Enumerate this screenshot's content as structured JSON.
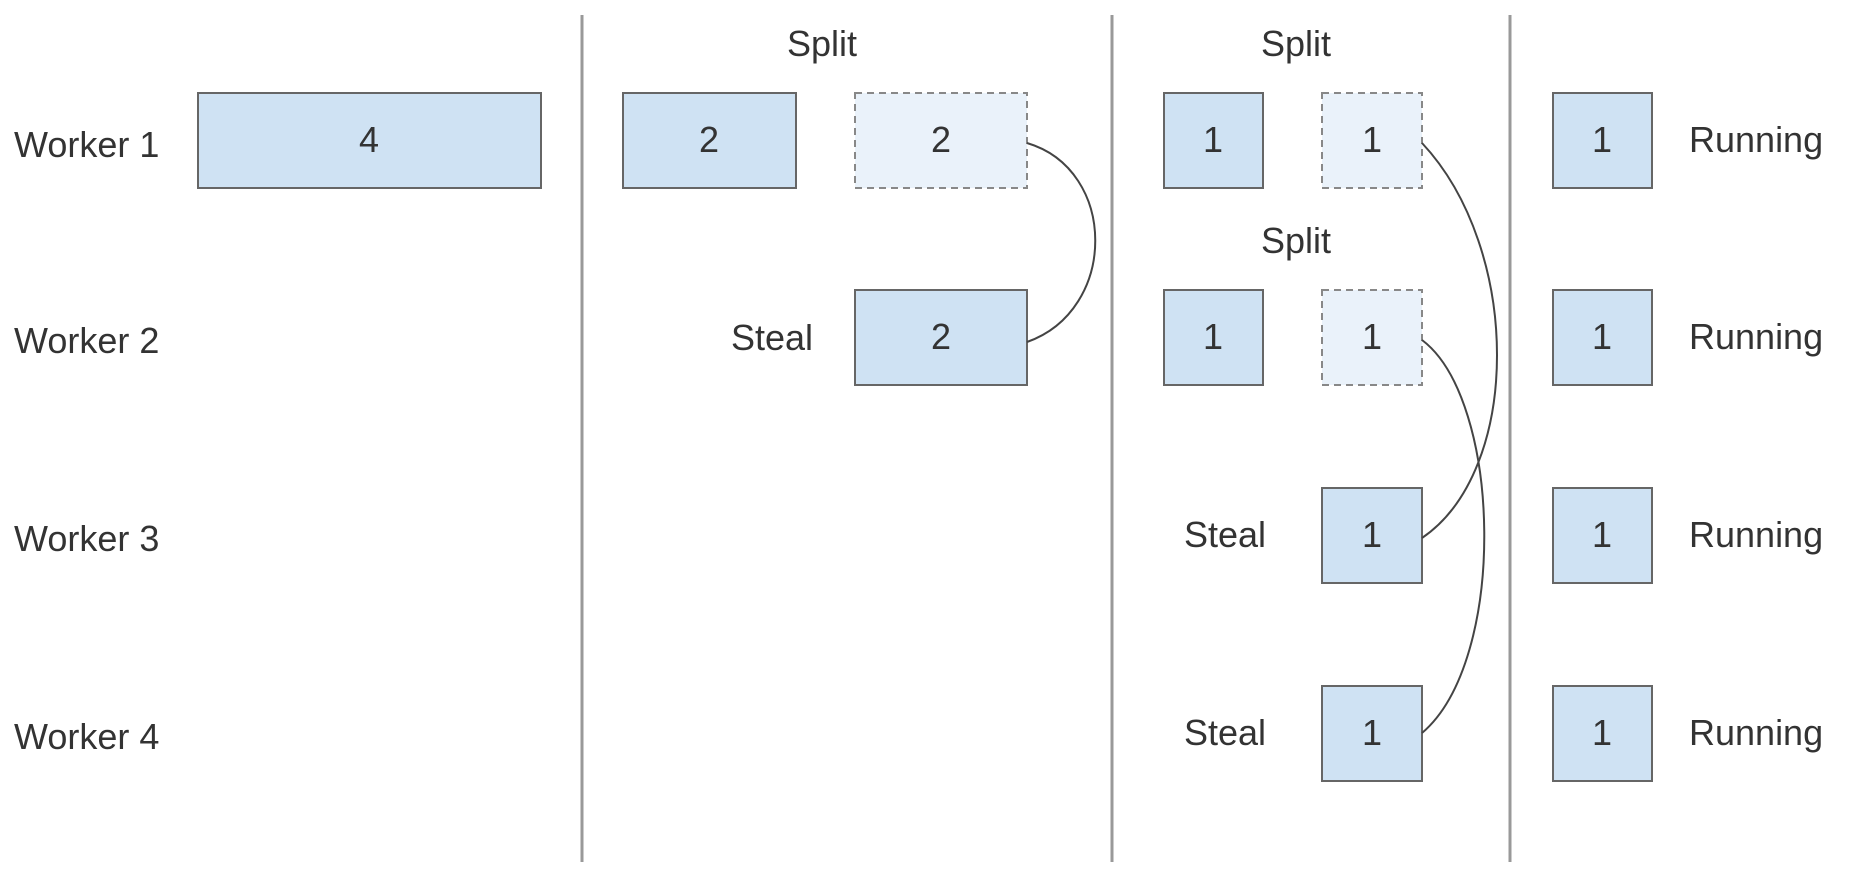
{
  "workers": [
    "Worker 1",
    "Worker 2",
    "Worker 3",
    "Worker 4"
  ],
  "actions": {
    "split": "Split",
    "steal": "Steal",
    "running": "Running"
  },
  "stage1": {
    "task": "4"
  },
  "stage2": {
    "kept": "2",
    "split_off": "2",
    "stolen": "2"
  },
  "stage3": {
    "w1_kept": "1",
    "w1_split_off": "1",
    "w2_kept": "1",
    "w2_split_off": "1",
    "w3_stolen": "1",
    "w4_stolen": "1"
  },
  "stage4": {
    "tasks": [
      "1",
      "1",
      "1",
      "1"
    ]
  },
  "colors": {
    "task_fill": "#cfe2f3",
    "ghost_fill": "#eaf2fa",
    "border": "#666666",
    "divider": "#999999"
  }
}
